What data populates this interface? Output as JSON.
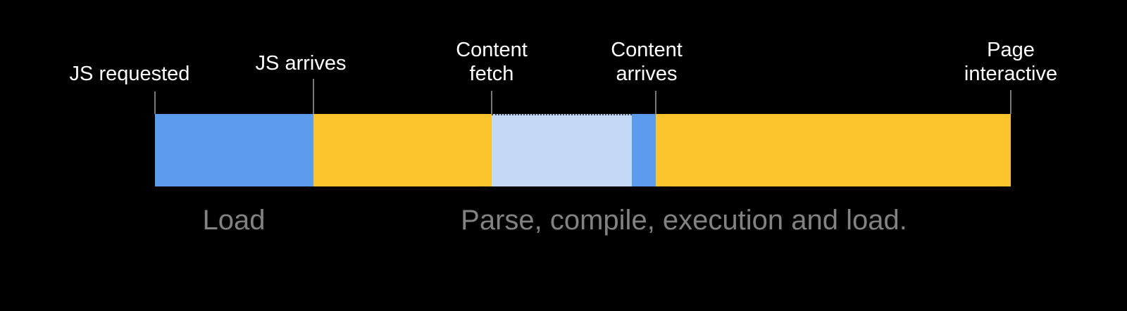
{
  "colors": {
    "background": "#000000",
    "bar_blue": "#5C9CEE",
    "bar_yellow": "#FBC42D",
    "bar_light_blue": "#C3D9F6",
    "tick_line": "#777777",
    "milestone_text": "#FFFFFF",
    "caption_text": "#828282"
  },
  "timeline": {
    "milestones": [
      {
        "id": "js-requested",
        "label": "JS requested"
      },
      {
        "id": "js-arrives",
        "label": "JS arrives"
      },
      {
        "id": "content-fetch",
        "line1": "Content",
        "line2": "fetch"
      },
      {
        "id": "content-arrives",
        "line1": "Content",
        "line2": "arrives"
      },
      {
        "id": "page-interactive",
        "line1": "Page",
        "line2": "interactive"
      }
    ],
    "segments": [
      {
        "name": "js-download",
        "color": "#5C9CEE",
        "from": "JS requested",
        "to": "JS arrives"
      },
      {
        "name": "parse-compile-first",
        "color": "#FBC42D",
        "from": "JS arrives",
        "to": "Content fetch"
      },
      {
        "name": "content-fetch-wait",
        "color": "#C3D9F6",
        "from": "Content fetch",
        "to": "",
        "top_edge": "dotted"
      },
      {
        "name": "content-arrival",
        "color": "#5C9CEE",
        "from": "",
        "to": "Content arrives"
      },
      {
        "name": "parse-compile-second",
        "color": "#FBC42D",
        "from": "Content arrives",
        "to": "Page interactive"
      }
    ],
    "phase_captions": [
      {
        "id": "load",
        "label": "Load"
      },
      {
        "id": "parse",
        "label": "Parse, compile, execution and load."
      }
    ]
  }
}
